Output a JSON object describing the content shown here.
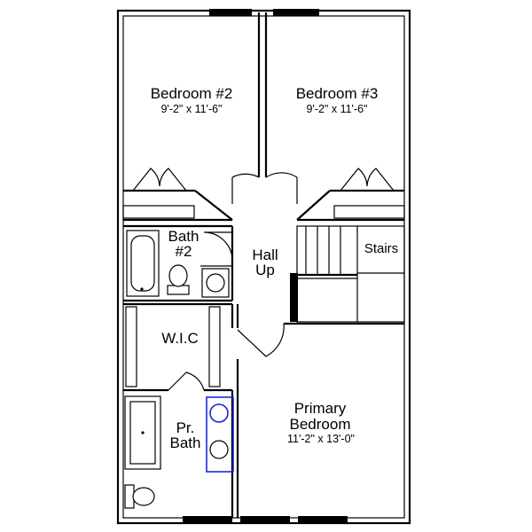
{
  "rooms": {
    "bedroom2": {
      "name": "Bedroom #2",
      "size": "9'-2\" x 11'-6\""
    },
    "bedroom3": {
      "name": "Bedroom #3",
      "size": "9'-2\" x 11'-6\""
    },
    "bath2": {
      "line1": "Bath",
      "line2": "#2"
    },
    "hall": {
      "line1": "Hall",
      "line2": "Up"
    },
    "stairs": {
      "name": "Stairs"
    },
    "wic": {
      "name": "W.I.C"
    },
    "primary": {
      "line1": "Primary",
      "line2": "Bedroom",
      "size": "11'-2\" x 13'-0\""
    },
    "prbath": {
      "line1": "Pr.",
      "line2": "Bath"
    }
  },
  "colors": {
    "wall": "#000000",
    "sink_highlight": "#1a2bd8"
  }
}
